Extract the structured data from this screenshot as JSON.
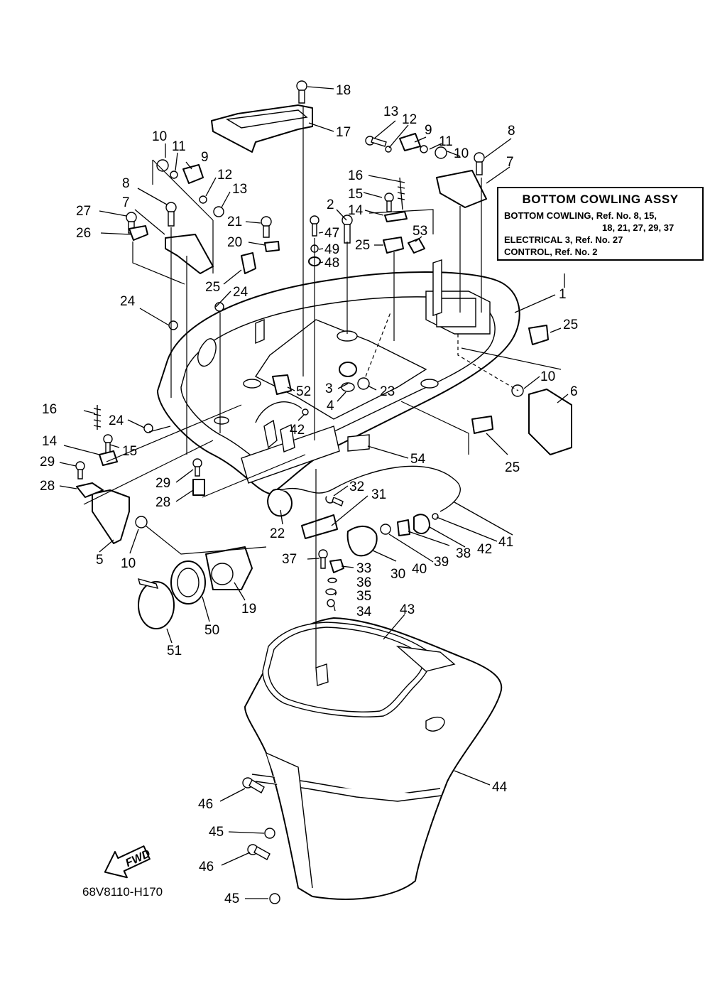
{
  "legend": {
    "title": "BOTTOM COWLING  ASSY",
    "lines": [
      "BOTTOM COWLING,  Ref. No. 8, 15,",
      "18,  21,  27,  29,  37",
      "ELECTRICAL 3,   Ref.  No. 27",
      "CONTROL,   Ref.  No. 2"
    ]
  },
  "diagram_code": "68V8110-H170",
  "fwd_label": "FWD",
  "callouts": {
    "c1": "1",
    "c2": "2",
    "c3": "3",
    "c4": "4",
    "c5": "5",
    "c6": "6",
    "c7a": "7",
    "c7b": "7",
    "c8a": "8",
    "c8b": "8",
    "c9a": "9",
    "c9b": "9",
    "c10a": "10",
    "c10b": "10",
    "c10c": "10",
    "c10d": "10",
    "c11a": "11",
    "c11b": "11",
    "c12a": "12",
    "c12b": "12",
    "c13a": "13",
    "c13b": "13",
    "c14a": "14",
    "c14b": "14",
    "c15a": "15",
    "c15b": "15",
    "c16a": "16",
    "c16b": "16",
    "c17": "17",
    "c18": "18",
    "c19": "19",
    "c20": "20",
    "c21": "21",
    "c22": "22",
    "c23": "23",
    "c24a": "24",
    "c24b": "24",
    "c24c": "24",
    "c25a": "25",
    "c25b": "25",
    "c25c": "25",
    "c25d": "25",
    "c26": "26",
    "c27": "27",
    "c28a": "28",
    "c28b": "28",
    "c29a": "29",
    "c29b": "29",
    "c30": "30",
    "c31": "31",
    "c32": "32",
    "c33": "33",
    "c34": "34",
    "c35": "35",
    "c36": "36",
    "c37": "37",
    "c38": "38",
    "c39": "39",
    "c40": "40",
    "c41": "41",
    "c42a": "42",
    "c42b": "42",
    "c43": "43",
    "c44": "44",
    "c45a": "45",
    "c45b": "45",
    "c46a": "46",
    "c46b": "46",
    "c47": "47",
    "c48": "48",
    "c49": "49",
    "c50": "50",
    "c51": "51",
    "c52": "52",
    "c53": "53",
    "c54": "54"
  }
}
